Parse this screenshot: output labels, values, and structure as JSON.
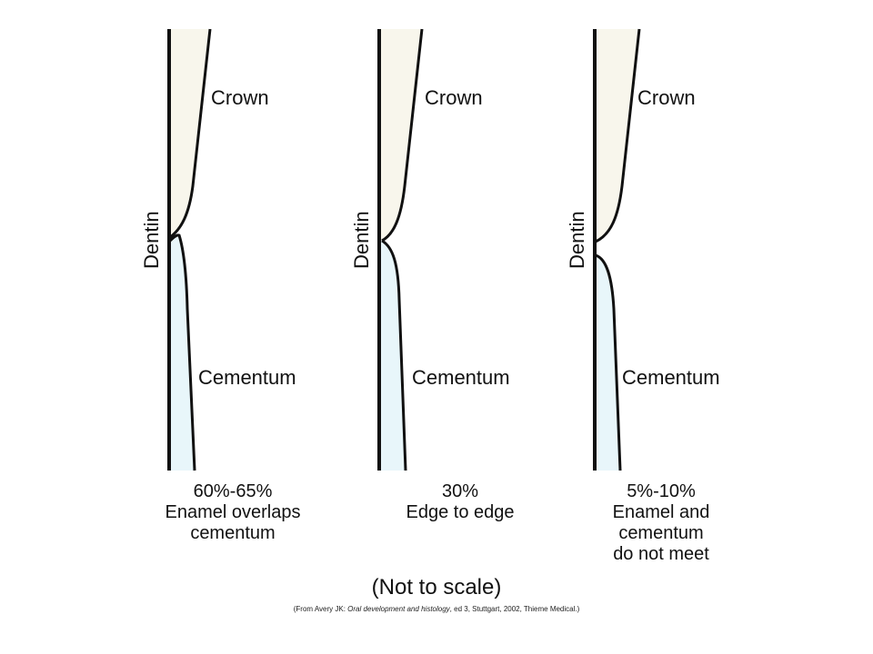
{
  "labels": {
    "dentin": "Dentin",
    "crown": "Crown",
    "cementum": "Cementum"
  },
  "panels": [
    {
      "key": "overlap",
      "percent": "60%-65%",
      "caption_lines": [
        "Enamel overlaps",
        "cementum"
      ]
    },
    {
      "key": "edge",
      "percent": "30%",
      "caption_lines": [
        "Edge to edge"
      ]
    },
    {
      "key": "gap",
      "percent": "5%-10%",
      "caption_lines": [
        "Enamel and",
        "cementum",
        "do not meet"
      ]
    }
  ],
  "footer": {
    "scale_note": "(Not to scale)",
    "credit_prefix": "(From Avery JK: ",
    "credit_title": "Oral development and histology",
    "credit_suffix": ", ed 3, Stuttgart, 2002, Thieme Medical.)"
  },
  "colors": {
    "enamel_fill": "#f8f6ec",
    "cementum_fill": "#e8f6fa",
    "outline": "#111111"
  }
}
